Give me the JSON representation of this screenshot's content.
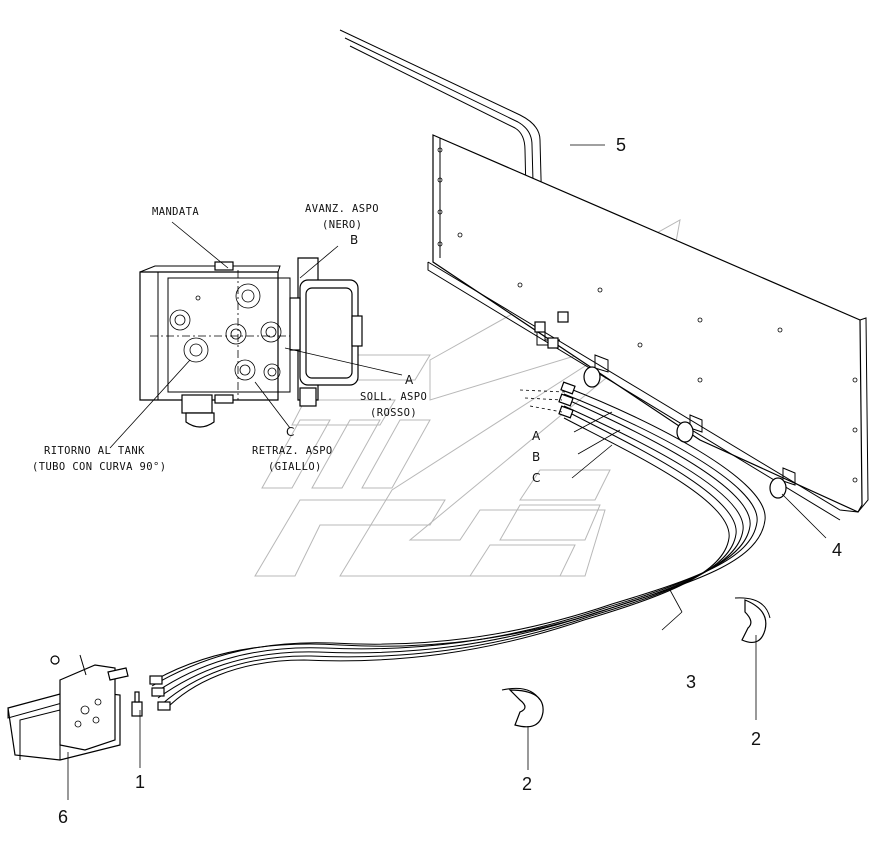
{
  "labels": {
    "mandata": "MANDATA",
    "avanz_line1": "AVANZ. ASPO",
    "avanz_line2": "(NERO)",
    "point_b_top": "B",
    "point_a_mid": "A",
    "soll_line1": "SOLL. ASPO",
    "soll_line2": "(ROSSO)",
    "point_c_mid": "C",
    "retraz_line1": "RETRAZ. ASPO",
    "retraz_line2": "(GIALLO)",
    "ritorno_line1": "RITORNO AL TANK",
    "ritorno_line2": "(TUBO CON CURVA 90°)",
    "hose_a": "A",
    "hose_b": "B",
    "hose_c": "C"
  },
  "callouts": {
    "c1": "1",
    "c2a": "2",
    "c2b": "2",
    "c3": "3",
    "c4": "4",
    "c5": "5",
    "c6": "6"
  }
}
